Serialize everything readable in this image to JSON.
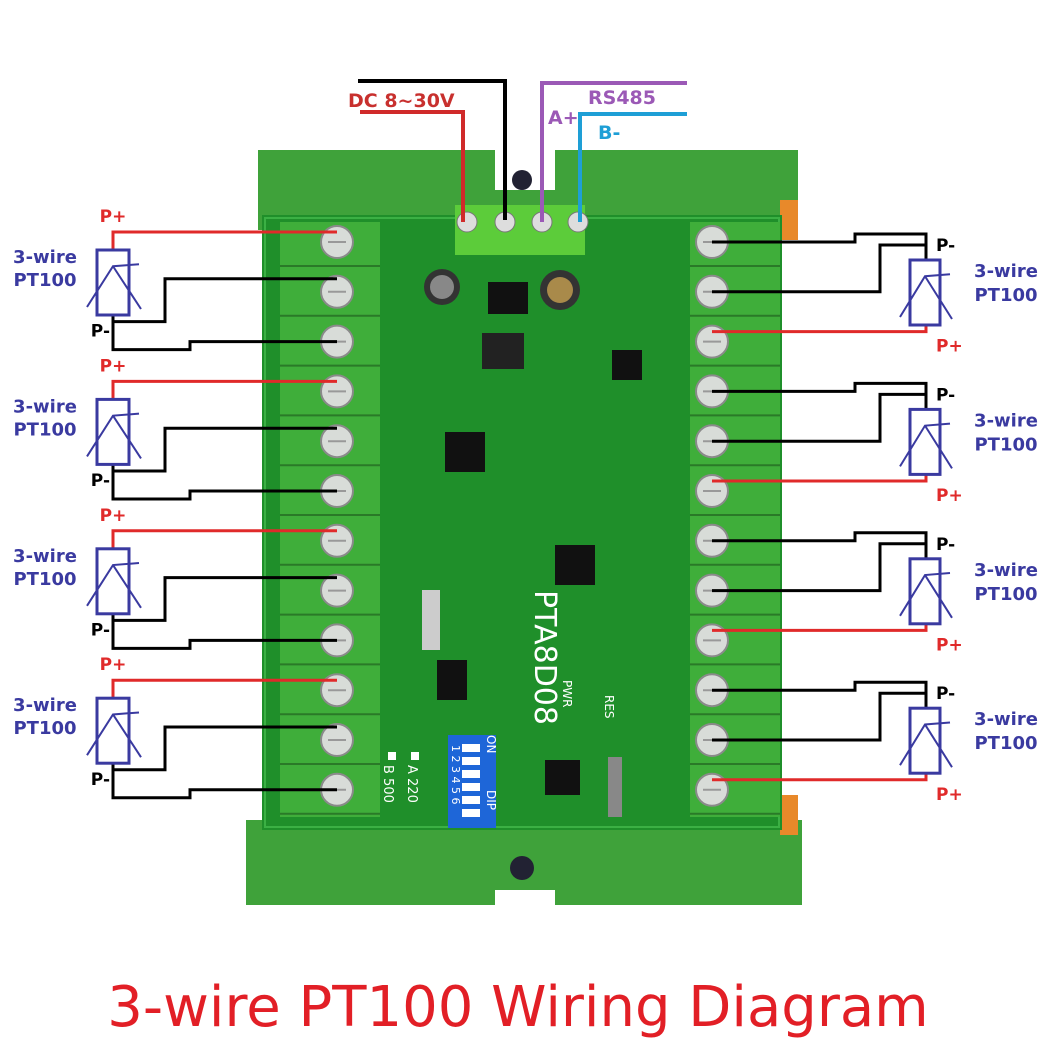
{
  "power": {
    "label": "DC 8~30V",
    "color": "#d02a2a"
  },
  "rs485": {
    "label": "RS485",
    "a_label": "A+",
    "b_label": "B-",
    "a_color": "#9b59b6",
    "b_color": "#1e9fd6"
  },
  "board": {
    "model": "PTA8D08",
    "pwr_label": "PWR",
    "res_label": "RES",
    "dip_on": "ON",
    "dip_label": "DIP",
    "dip_numbers": "1 2 3 4 5 6",
    "baud_a": "A 220",
    "baud_b": "B 500",
    "enclosure_color": "#3a9a35",
    "pcb_color": "#1f8f2a"
  },
  "sensor": {
    "line1": "3-wire",
    "line2": "PT100",
    "p_plus": "P+",
    "p_minus": "P-",
    "label_color": "#3a3aa0",
    "wire_plus_color": "#e02a2a",
    "wire_minus_color": "#000000"
  },
  "title": {
    "text": "3-wire PT100 Wiring Diagram",
    "color": "#e21f26"
  }
}
